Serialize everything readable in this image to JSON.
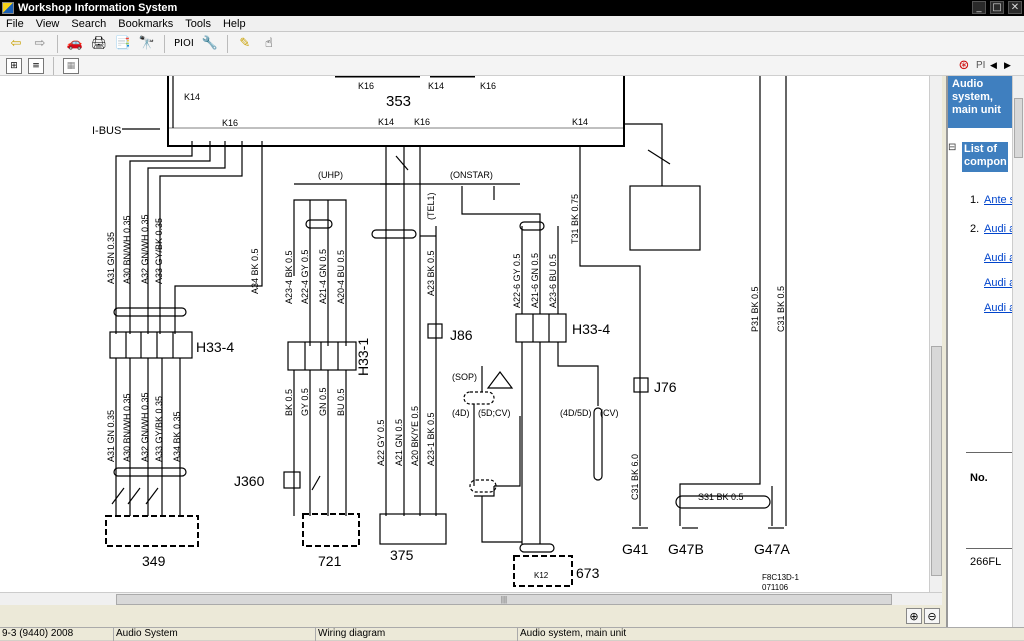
{
  "window": {
    "title": "Workshop Information System",
    "minimize": "_",
    "maximize": "□",
    "close": "✕"
  },
  "menu": [
    "File",
    "View",
    "Search",
    "Bookmarks",
    "Tools",
    "Help"
  ],
  "toolbar": {
    "pioi_label": "PIOI"
  },
  "right_pane": {
    "header": "Audio system, main unit",
    "list_of_components": "List of compon",
    "items": [
      {
        "num": "1.",
        "label": "Ante syste"
      },
      {
        "num": "2.",
        "label": "Audi ampl"
      }
    ],
    "subitems": [
      "Audi ampl bass spea",
      "Audi ampl front",
      "Audi ampl rear"
    ],
    "no_label": "No.",
    "code": "266FL",
    "nav_label": "PI"
  },
  "diagram": {
    "main_unit": "353",
    "ibus": "I-BUS",
    "k14": "K14",
    "k16": "K16",
    "uhp": "(UHP)",
    "onstar": "(ONSTAR)",
    "tel1": "(TEL1)",
    "sop": "(SOP)",
    "variant_4d": "(4D)",
    "variant_5dcv": "(5D;CV)",
    "variant_4d5d": "(4D/5D)",
    "variant_cv": "(CV)",
    "connectors": {
      "h33_4_left": "H33-4",
      "h33_1": "H33-1",
      "h33_4_right": "H33-4",
      "j86": "J86",
      "j76": "J76",
      "j360": "J360"
    },
    "components": {
      "c349": "349",
      "c721": "721",
      "c375": "375",
      "c673": "673"
    },
    "grounds": {
      "g41": "G41",
      "g47b": "G47B",
      "g47a": "G47A"
    },
    "k12": "K12",
    "figure_code": "F8C13D-1",
    "figure_date": "071106",
    "wires_top": [
      "A31 GN 0.35",
      "A30 BN/WH 0.35",
      "A32 GN/WH 0.35",
      "A33 GY/BK 0.35",
      "A34 BK 0.5"
    ],
    "wires_bottom": [
      "A31 GN 0.35",
      "A30 BN/WH 0.35",
      "A32 GN/WH 0.35",
      "A33 GY/BK 0.35",
      "A34 BK 0.35"
    ],
    "wires_h33_1_top": [
      "A23-4 BK 0.5",
      "A22-4 GY 0.5",
      "A21-4 GN 0.5",
      "A20-4 BU 0.5"
    ],
    "wires_h33_1_bottom": [
      "BK 0.5",
      "GY 0.5",
      "GN 0.5",
      "BU 0.5"
    ],
    "wires_375": [
      "A22 GY 0.5",
      "A21 GN 0.5",
      "A20 BK/YE 0.5",
      "A23-1 BK 0.5"
    ],
    "wires_h33_4r": [
      "A22-6 GY 0.5",
      "A21-6 GN 0.5",
      "A23-6 BU 0.5"
    ],
    "t31": "T31 BK 0.75",
    "a23_tel": "A23 BK 0.5",
    "p31": "P31 BK 0.5",
    "c31_right": "C31 BK 0.5",
    "c31_left": "C31 BK 6.0",
    "s31": "S31 BK 0.5"
  },
  "status": {
    "model": "9-3 (9440) 2008",
    "section": "Audio System",
    "doc_type": "Wiring diagram",
    "title": "Audio system, main unit"
  }
}
